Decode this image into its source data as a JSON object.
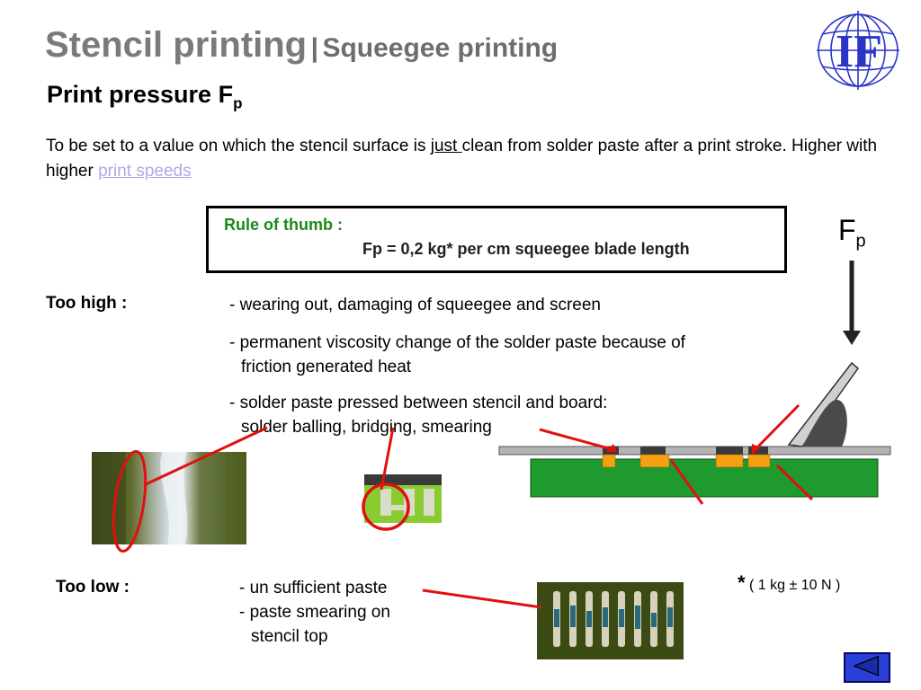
{
  "header": {
    "title_main": "Stencil printing",
    "title_separator": "|",
    "title_sub": "Squeegee printing",
    "subtitle": "Print pressure F",
    "subtitle_subscript": "p"
  },
  "intro": {
    "part1": "To be set to a value on which the stencil surface is ",
    "underlined": "just ",
    "part2": "clean from solder paste after a print stroke. Higher with higher ",
    "link": "print speeds"
  },
  "rule": {
    "label": "Rule of thumb :",
    "text": "Fp = 0,2 kg* per cm squeegee blade length"
  },
  "force_label": {
    "main": "F",
    "subscript": "p"
  },
  "too_high": {
    "label": "Too high :",
    "items": [
      "- wearing out, damaging of squeegee and screen",
      "- permanent viscosity change of the solder paste because of",
      "friction generated heat",
      "- solder paste pressed between stencil and board:",
      "solder balling, bridging, smearing"
    ]
  },
  "too_low": {
    "label": "Too low :",
    "items": [
      "- un sufficient paste",
      "- paste smearing on",
      "stencil top"
    ]
  },
  "footnote": {
    "star": "*",
    "text": "( 1 kg ± 10 N )"
  },
  "logo": {
    "text": "IF"
  },
  "colors": {
    "title_gray": "#7a7a7a",
    "rule_green": "#1a8a1a",
    "link_lavender": "#b0a8e6",
    "annotation_red": "#e01010",
    "board_green": "#1f9a2e",
    "paste_orange": "#f5a010",
    "logo_blue": "#2a35c8",
    "nav_blue": "#2a3fd6"
  },
  "icons": {
    "nav": "back-triangle-icon",
    "logo": "globe-logo-icon"
  }
}
